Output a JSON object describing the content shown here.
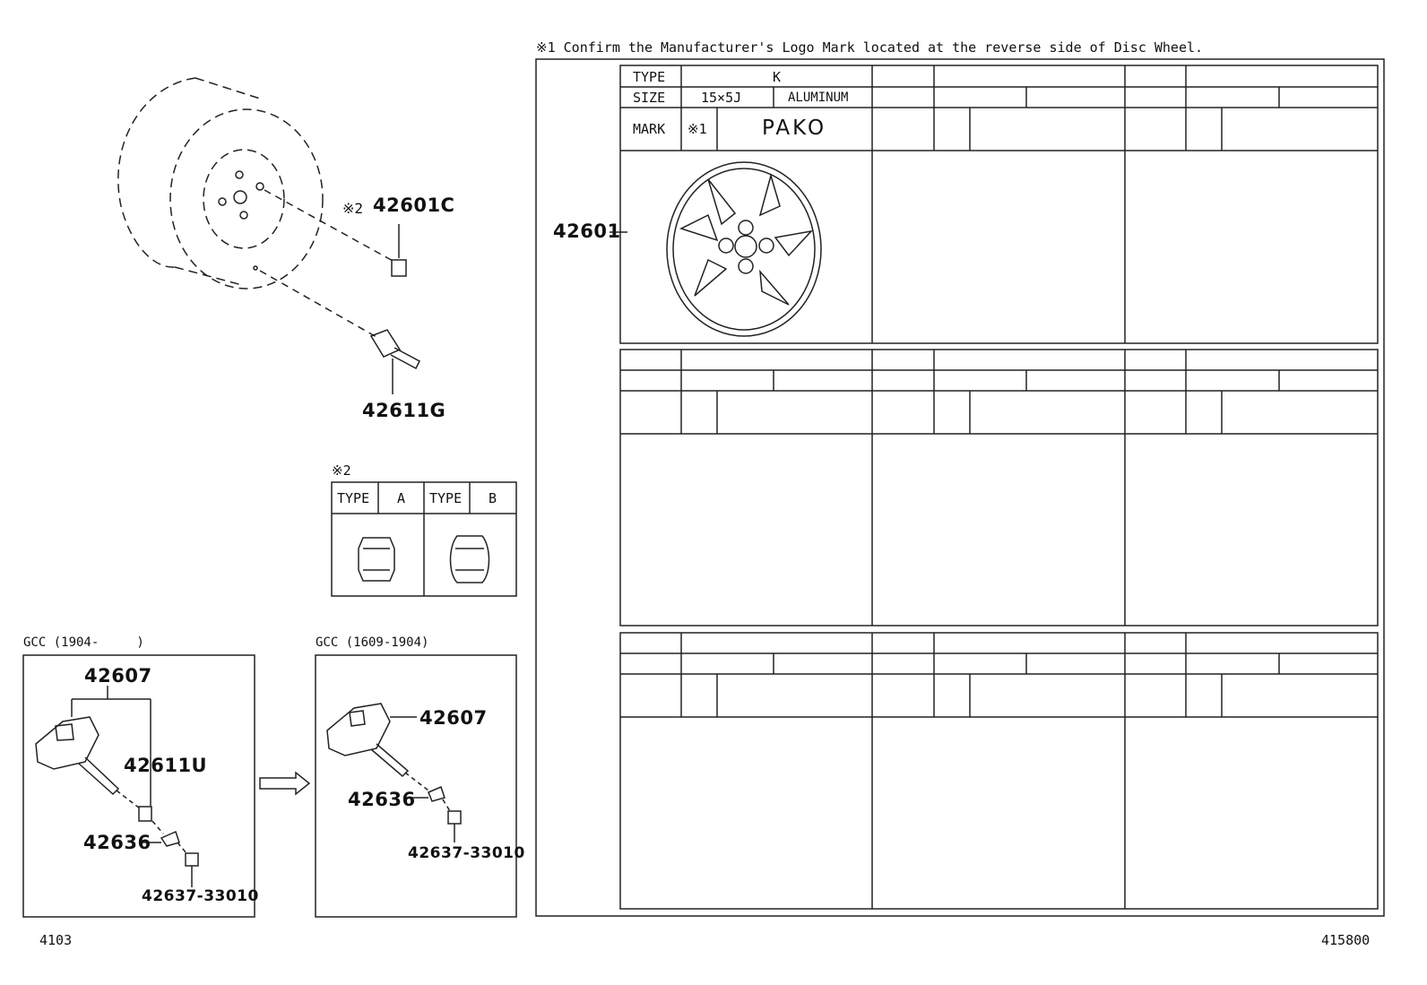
{
  "note1": "※1  Confirm the Manufacturer's Logo Mark located at the reverse side of Disc Wheel.",
  "parts": {
    "wheel": "42601",
    "nut": "42601C",
    "nut_mark": "※2",
    "valve": "42611G",
    "sensor_a": "42607",
    "valve_u": "42611U",
    "washer_a": "42636",
    "nut_a": "42637-33010",
    "sensor_b": "42607",
    "washer_b": "42636",
    "nut_b": "42637-33010"
  },
  "spec_table": {
    "row_type_label": "TYPE",
    "row_size_label": "SIZE",
    "row_mark_label": "MARK",
    "type_value": "K",
    "size_value": "15×5J",
    "material": "ALUMINUM",
    "mark_ref": "※1",
    "mark_value": "PAKO"
  },
  "nut_types": {
    "title": "※2",
    "type_label_a": "TYPE",
    "value_a": "A",
    "type_label_b": "TYPE",
    "value_b": "B"
  },
  "gcc_a": {
    "label": "GCC (1904-     )"
  },
  "gcc_b": {
    "label": "GCC (1609-1904)"
  },
  "footer": {
    "left": "4103",
    "right": "415800"
  }
}
